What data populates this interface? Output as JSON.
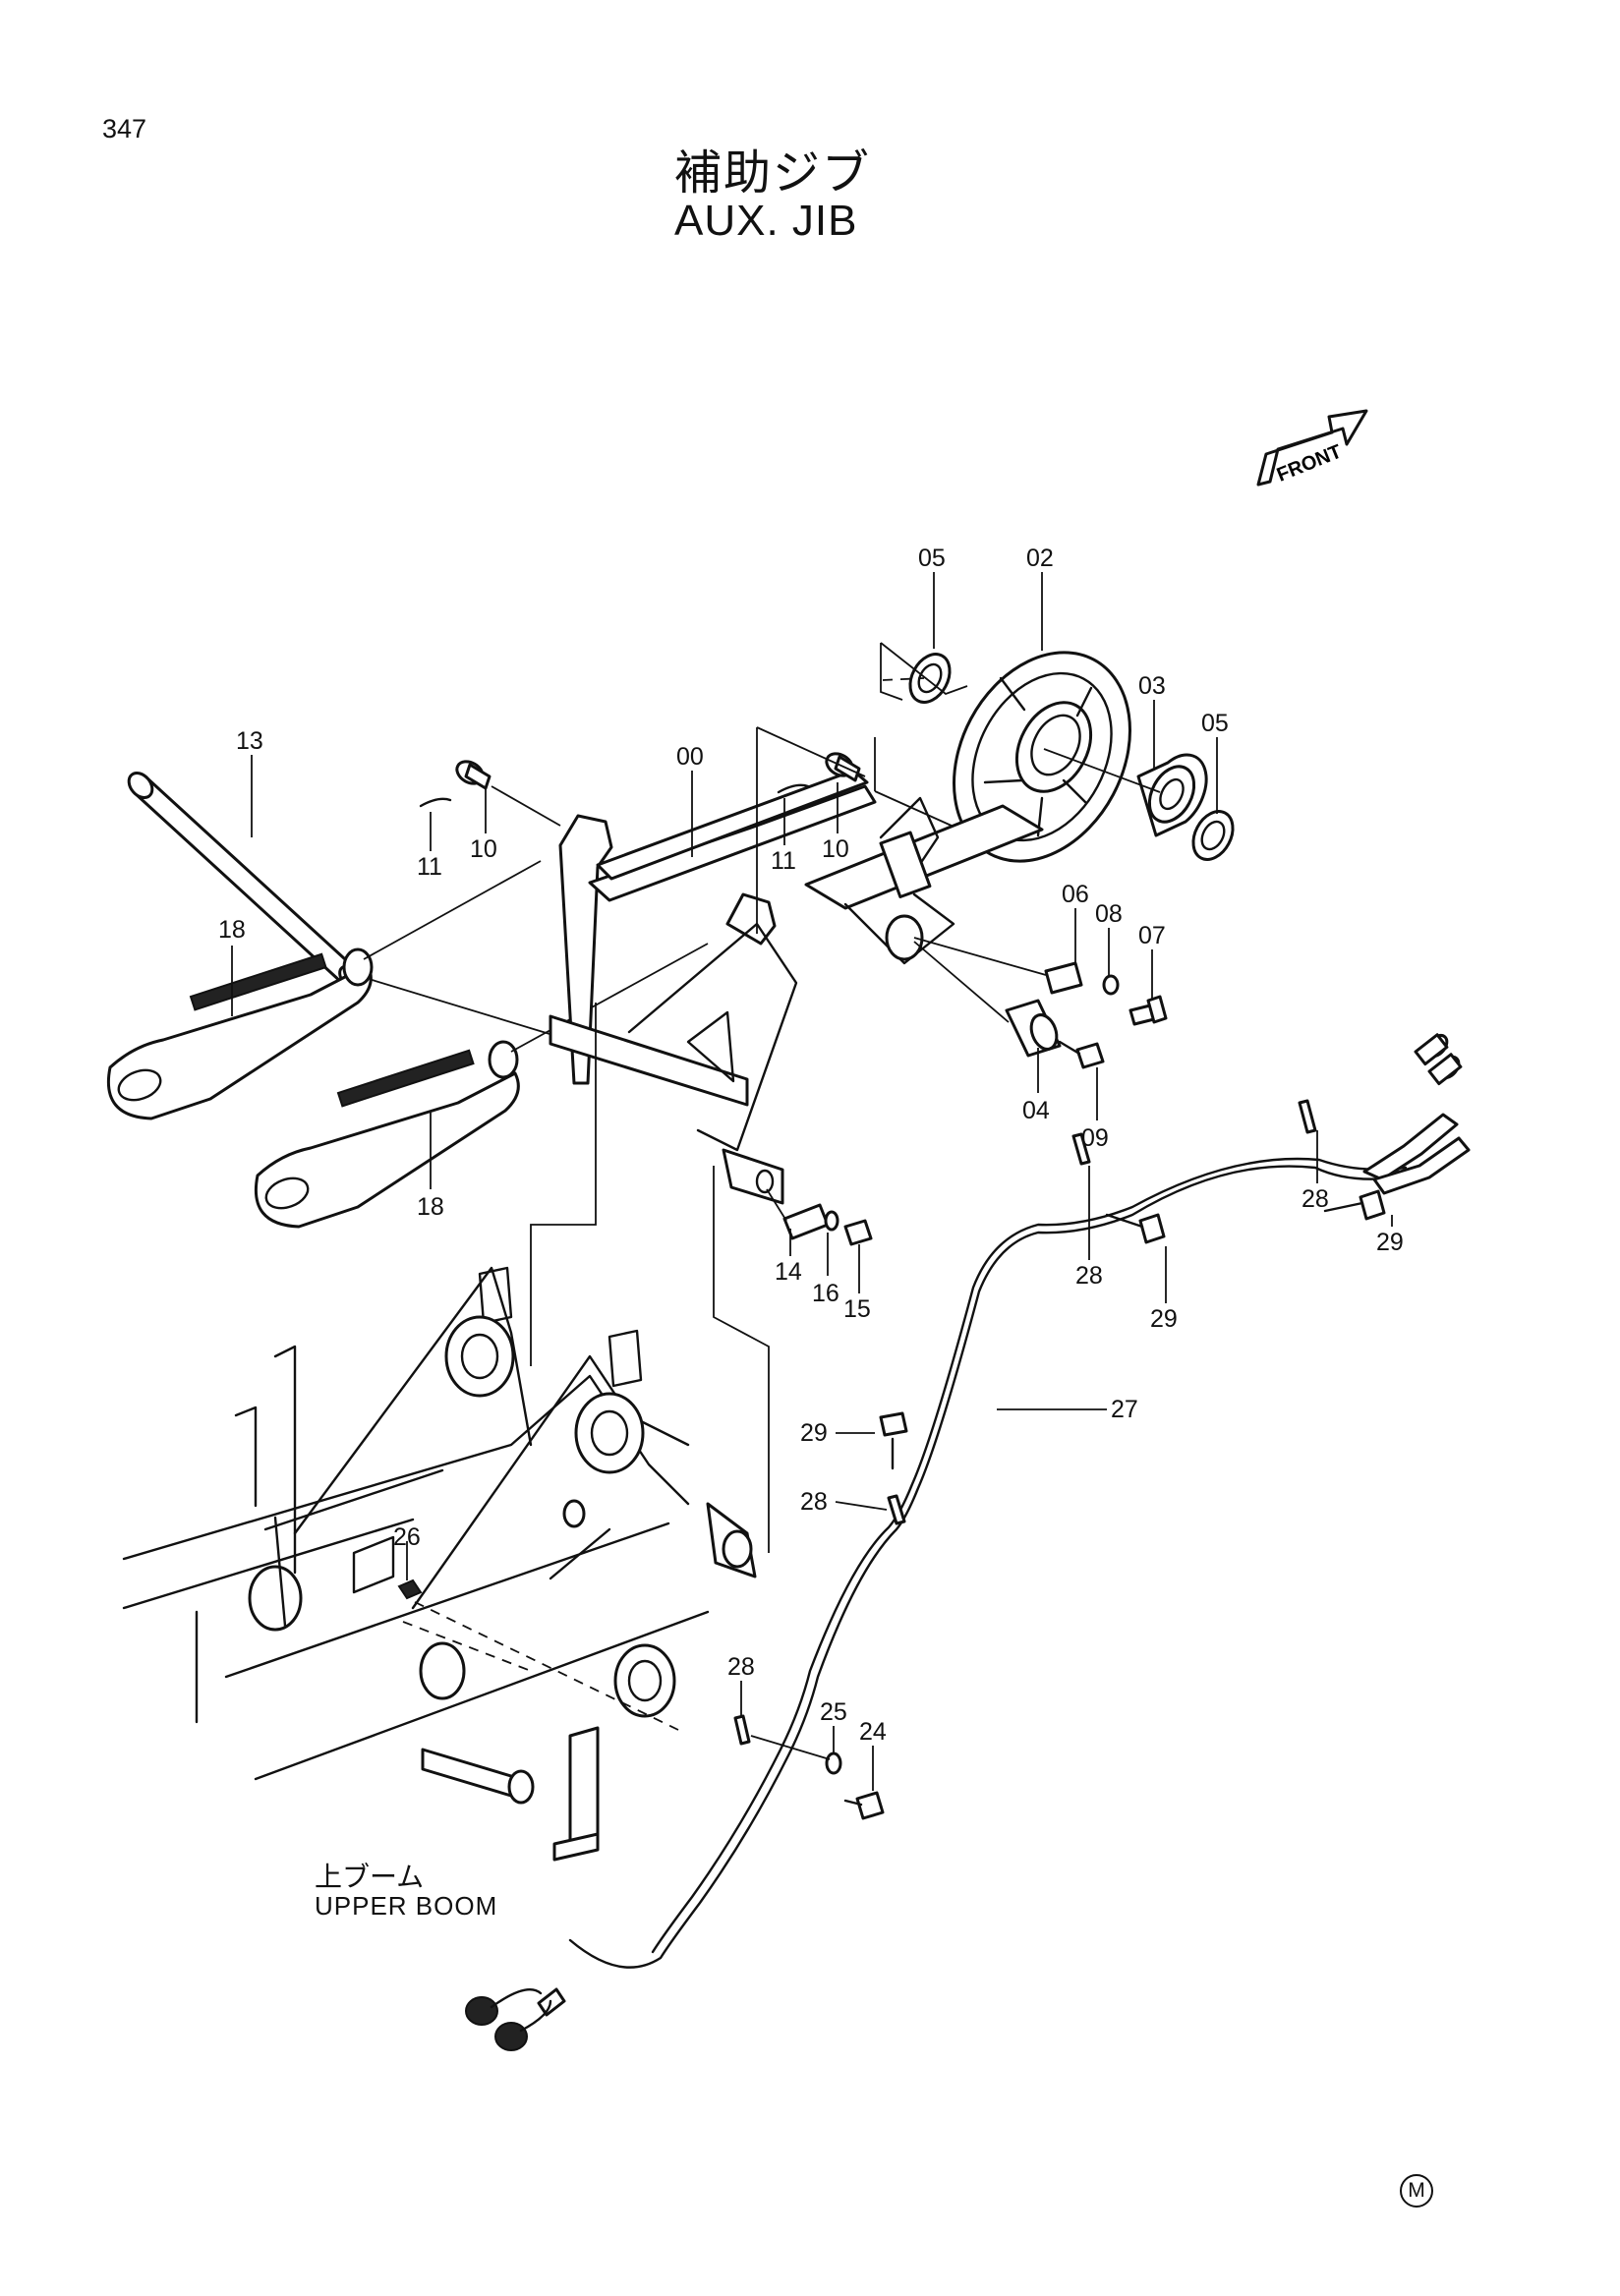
{
  "page_number": "347",
  "title_jp": "補助ジブ",
  "title_en": "AUX. JIB",
  "front_label": "FRONT",
  "upper_boom_jp": "上ブーム",
  "upper_boom_en": "UPPER BOOM",
  "footer_mark": "M",
  "callouts": [
    {
      "id": "c-05a",
      "text": "05"
    },
    {
      "id": "c-02",
      "text": "02"
    },
    {
      "id": "c-03",
      "text": "03"
    },
    {
      "id": "c-05b",
      "text": "05"
    },
    {
      "id": "c-13",
      "text": "13"
    },
    {
      "id": "c-00",
      "text": "00"
    },
    {
      "id": "c-11a",
      "text": "11"
    },
    {
      "id": "c-10a",
      "text": "10"
    },
    {
      "id": "c-11b",
      "text": "11"
    },
    {
      "id": "c-10b",
      "text": "10"
    },
    {
      "id": "c-18a",
      "text": "18"
    },
    {
      "id": "c-18b",
      "text": "18"
    },
    {
      "id": "c-06",
      "text": "06"
    },
    {
      "id": "c-08",
      "text": "08"
    },
    {
      "id": "c-07",
      "text": "07"
    },
    {
      "id": "c-04",
      "text": "04"
    },
    {
      "id": "c-09",
      "text": "09"
    },
    {
      "id": "c-14",
      "text": "14"
    },
    {
      "id": "c-16",
      "text": "16"
    },
    {
      "id": "c-15",
      "text": "15"
    },
    {
      "id": "c-28a",
      "text": "28"
    },
    {
      "id": "c-29a",
      "text": "29"
    },
    {
      "id": "c-28b",
      "text": "28"
    },
    {
      "id": "c-29b",
      "text": "29"
    },
    {
      "id": "c-27",
      "text": "27"
    },
    {
      "id": "c-29c",
      "text": "29"
    },
    {
      "id": "c-28c",
      "text": "28"
    },
    {
      "id": "c-26",
      "text": "26"
    },
    {
      "id": "c-28d",
      "text": "28"
    },
    {
      "id": "c-25",
      "text": "25"
    },
    {
      "id": "c-24",
      "text": "24"
    }
  ]
}
